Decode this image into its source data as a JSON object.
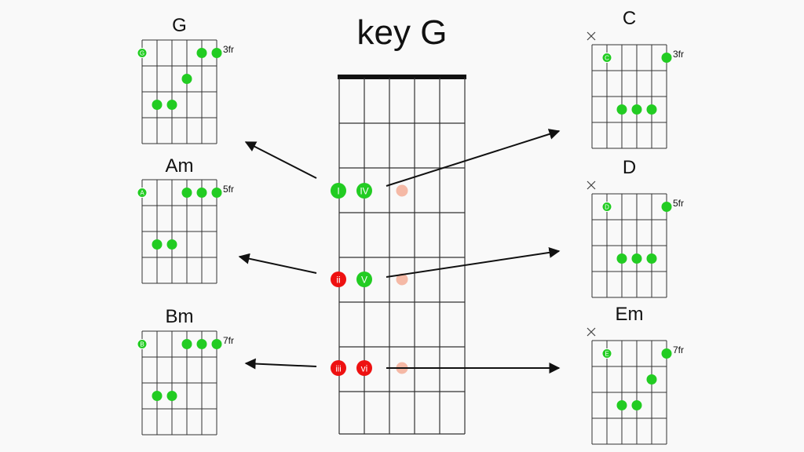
{
  "title": "key G",
  "colors": {
    "green": "#22cc22",
    "red": "#ee1111",
    "pink": "#f5b9a6",
    "grid": "#333333",
    "nut": "#111111"
  },
  "neck": {
    "degrees": [
      {
        "label": "I",
        "color": "green"
      },
      {
        "label": "IV",
        "color": "green"
      },
      {
        "label": "ii",
        "color": "red"
      },
      {
        "label": "V",
        "color": "green"
      },
      {
        "label": "iii",
        "color": "red"
      },
      {
        "label": "vi",
        "color": "red"
      }
    ]
  },
  "chords": [
    {
      "name": "G",
      "fret": "3fr",
      "root": "G",
      "muted": false
    },
    {
      "name": "Am",
      "fret": "5fr",
      "root": "A",
      "muted": false
    },
    {
      "name": "Bm",
      "fret": "7fr",
      "root": "B",
      "muted": false
    },
    {
      "name": "C",
      "fret": "3fr",
      "root": "C",
      "muted": true
    },
    {
      "name": "D",
      "fret": "5fr",
      "root": "D",
      "muted": true
    },
    {
      "name": "Em",
      "fret": "7fr",
      "root": "E",
      "muted": true
    }
  ]
}
